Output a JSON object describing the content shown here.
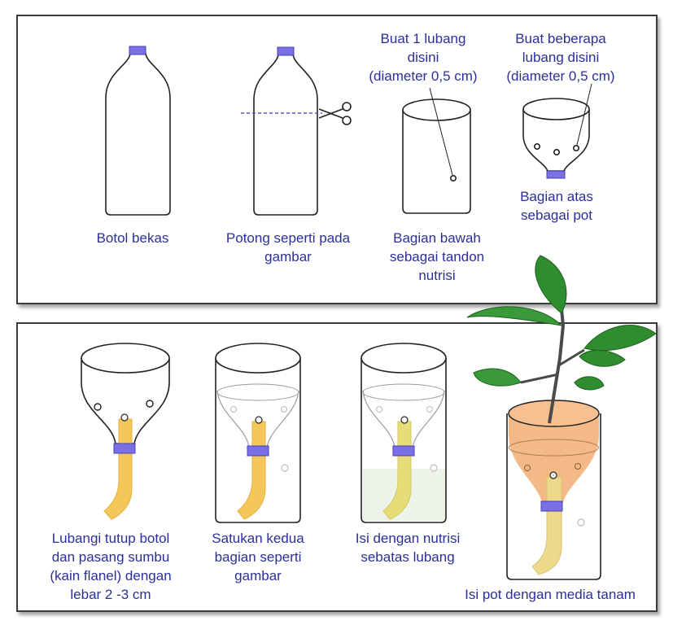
{
  "colors": {
    "caption": "#2b2f9a",
    "cap_purple": "#7b6fe6",
    "wick": "#f4c75a",
    "soil": "#f2b27a",
    "leaf": "#2f8c2f"
  },
  "top_steps": [
    {
      "id": "step1",
      "caption": [
        "Botol bekas"
      ]
    },
    {
      "id": "step2",
      "caption": [
        "Potong seperti pada",
        "gambar"
      ]
    },
    {
      "id": "step3",
      "caption": [
        "Bagian bawah",
        "sebagai tandon",
        "nutrisi"
      ]
    },
    {
      "id": "step4",
      "caption": [
        "Bagian atas",
        "sebagai pot"
      ]
    }
  ],
  "annotations": [
    {
      "id": "note-bottom-hole",
      "lines": [
        "Buat 1 lubang",
        "disini",
        "(diameter 0,5 cm)"
      ]
    },
    {
      "id": "note-top-holes",
      "lines": [
        "Buat beberapa",
        "lubang disini",
        "(diameter 0,5 cm)"
      ]
    }
  ],
  "bottom_steps": [
    {
      "id": "step5",
      "caption": [
        "Lubangi tutup botol",
        "dan pasang sumbu",
        "(kain flanel) dengan",
        "lebar 2 -3 cm"
      ]
    },
    {
      "id": "step6",
      "caption": [
        "Satukan kedua",
        "bagian seperti",
        "gambar"
      ]
    },
    {
      "id": "step7",
      "caption": [
        "Isi dengan nutrisi",
        "sebatas lubang"
      ]
    },
    {
      "id": "step8",
      "caption": [
        "Isi pot dengan media tanam"
      ]
    }
  ]
}
